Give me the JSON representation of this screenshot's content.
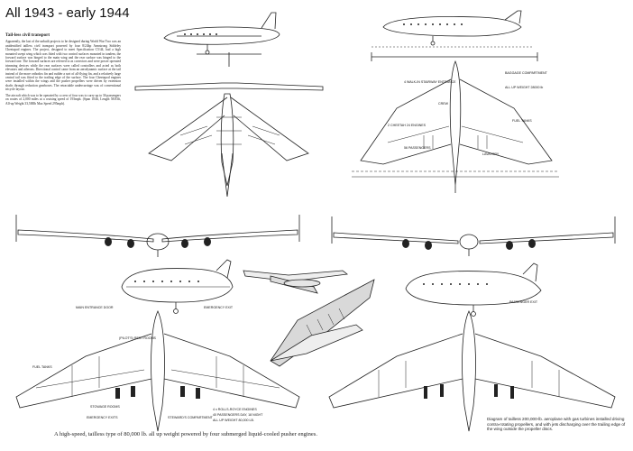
{
  "title": "All 1943 - early 1944",
  "article": {
    "heading": "Tail-less civil transport",
    "paragraphs": [
      "Apparently, the last of the unbuilt projects to be designed during World War Two was an unidentified tailless civil transport powered by four 8/24hp Armstrong Siddeley Cheetapod engines. The project, designed to meet Specification C5/44, had a high mounted swept wing which was fitted with two control surfaces mounted in tandem, the forward surface was hinged to the main wing and the rear surface was hinged to the forward one. The forward surfaces are referred to as correctors and were power operated trimming devices while the rear surfaces were called controllers and acted as both elevators and ailerons. Directional control came from an aerodynamic surface at the tail instead of the more orthodox fin and rudder a sort of all-flying fin, and a relatively large central tail was fitted to the trailing edge of the surface. The four Cheetapod engines were installed within the wings and the pusher propellers were driven by extension shafts through reduction gearboxes. The retractable undercarriage was of conventional tricycle layout.",
      "The aircraft which was to be operated by a crew of four was to carry up to 36 passengers on routes of 2,000 miles at a cruising speed of 193mph. (Span 104ft, Length 58.83ft, All-up Weight 33,500lb Max Speed 295mph)."
    ]
  },
  "labels": {
    "top_right": [
      "4 WALK-IN STAIRWAY ENTRANCE",
      "BAGGAGE COMPARTMENT",
      "ALL UP WEIGHT 28000 lb",
      "2 CHEETAH 24 ENGINES",
      "FUEL TANKS",
      "56 PASSENGERS",
      "LAVATORY",
      "CREW"
    ],
    "mid_left": [
      "MAIN ENTRANCE DOOR",
      "EMERGENCY EXIT"
    ],
    "mid_right": [
      "PASSENGER EXIT"
    ],
    "bottom_left": [
      "(PILOT'S) REST ROOMS",
      "FUEL TANKS",
      "STOWAGE ROOMS",
      "EMERGENCY EXITS",
      "STEWARD'S COMPARTMENT",
      "4 x ROLLS-ROYCE ENGINES",
      "40 PASSENGERS DAY, 18 NIGHT",
      "ALL UP WEIGHT 80,000 LB."
    ]
  },
  "caption_left": "A high-speed, tailless type of 80,000 lb. all up weight powered by four submerged liquid-cooled pusher engines.",
  "caption_right": "Diagram of tailless 200,000-lb. aeroplane with gas turbines installed driving contra-rotating propellers, and with jets discharging over the trailing edge of the wing outside the propeller discs."
}
